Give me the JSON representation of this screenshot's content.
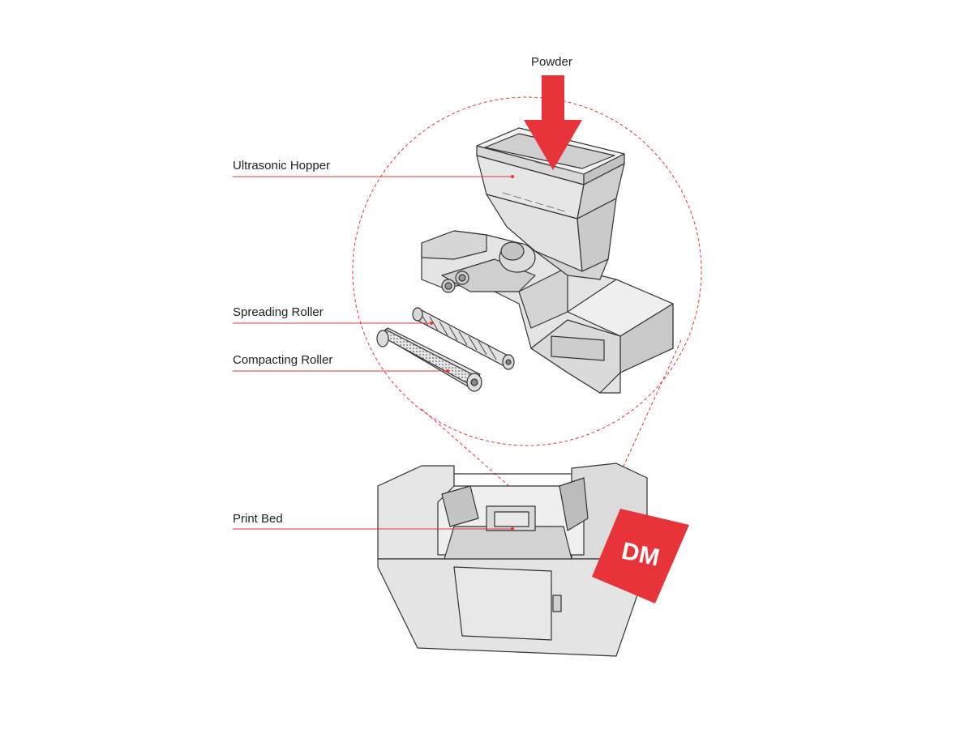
{
  "labels": {
    "powder": "Powder",
    "hopper": "Ultrasonic Hopper",
    "spreading_roller": "Spreading Roller",
    "compacting_roller": "Compacting Roller",
    "print_bed": "Print Bed"
  },
  "colors": {
    "accent": "#e8333a",
    "part_fill": "#e4e4e4",
    "part_dark": "#bdbdbd",
    "outline": "#333333",
    "leader_line": "#e8333a"
  },
  "logo": {
    "text": "DM"
  }
}
